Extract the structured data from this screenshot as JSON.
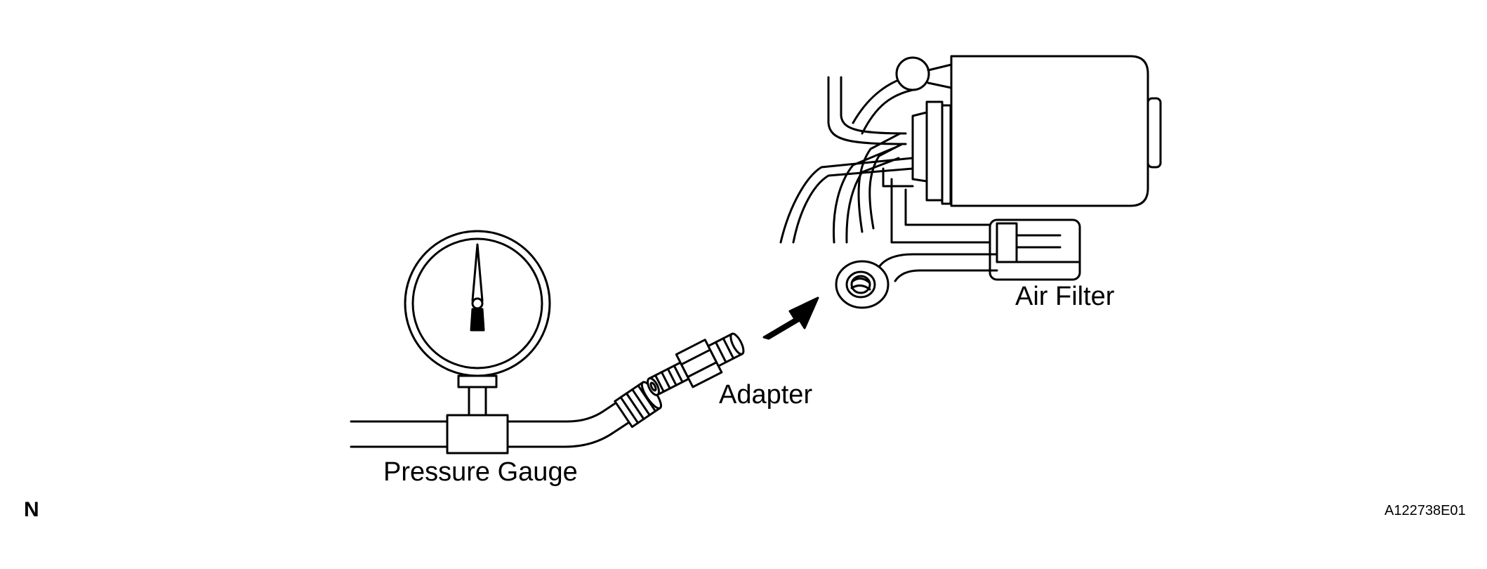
{
  "labels": {
    "pressure_gauge": "Pressure Gauge",
    "adapter": "Adapter",
    "air_filter": "Air Filter"
  },
  "corner_mark": "N",
  "figure_id": "A122738E01",
  "colors": {
    "ink": "#000000",
    "paper": "#ffffff"
  }
}
